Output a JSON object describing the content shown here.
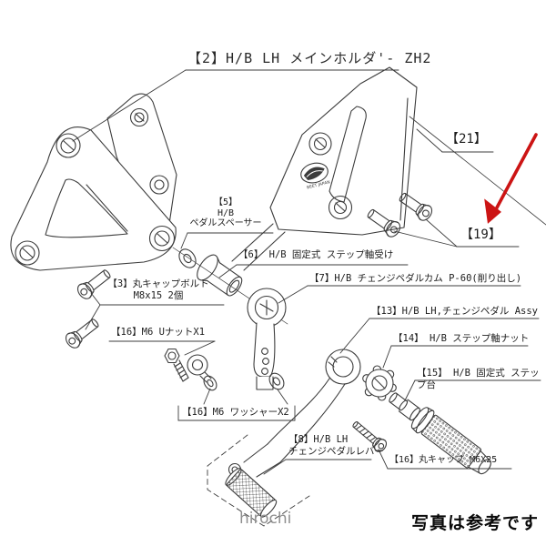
{
  "meta": {
    "background": "#ffffff",
    "line_color": "#3c3c3c",
    "arrow_color": "#cc1414",
    "watermark_color": "#8f8f8f"
  },
  "labels": {
    "part2": "【2】H/B LH メインホルダ'- ZH2",
    "part21": "【21】",
    "part19": "【19】",
    "part5": "【5】\nH/B\nペダルスペーサー",
    "part6": "【6】 H/B 固定式 ステップ軸受け",
    "part3": "【3】丸キャップボルト\nM8x15 2個",
    "part16_unut": "【16】M6 UナットX1",
    "part7": "【7】H/B チェンジペダルカム P-60(削り出し)",
    "part13": "【13】H/B LH,チェンジペダル Assy",
    "part14": "【14】 H/B ステップ軸ナット",
    "part15": "【15】 H/B 固定式 ステップ台",
    "part16_washer": "【16】M6 ワッシャーX2",
    "part8": "【8】H/B LH\nチェンジペダルレバー",
    "part16_cap": "【16】丸キャップ M6X25"
  },
  "logo": "BEET JAPAN",
  "watermark": "hirochi",
  "caption": "写真は参考です"
}
